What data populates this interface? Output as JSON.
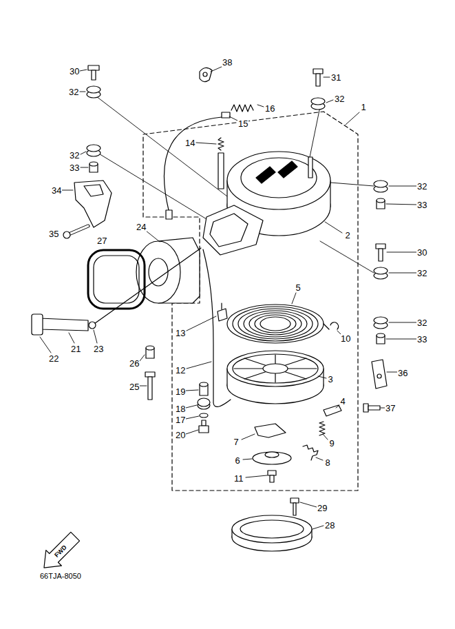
{
  "diagram": {
    "labels": [
      "30",
      "32",
      "38",
      "31",
      "32",
      "1",
      "16",
      "15",
      "14",
      "32",
      "33",
      "32",
      "34",
      "33",
      "35",
      "24",
      "2",
      "27",
      "30",
      "32",
      "5",
      "13",
      "10",
      "32",
      "33",
      "21",
      "22",
      "23",
      "12",
      "26",
      "36",
      "3",
      "25",
      "19",
      "18",
      "4",
      "37",
      "17",
      "20",
      "9",
      "7",
      "8",
      "6",
      "11",
      "29",
      "28",
      "FWD",
      "66TJA-8050"
    ]
  }
}
